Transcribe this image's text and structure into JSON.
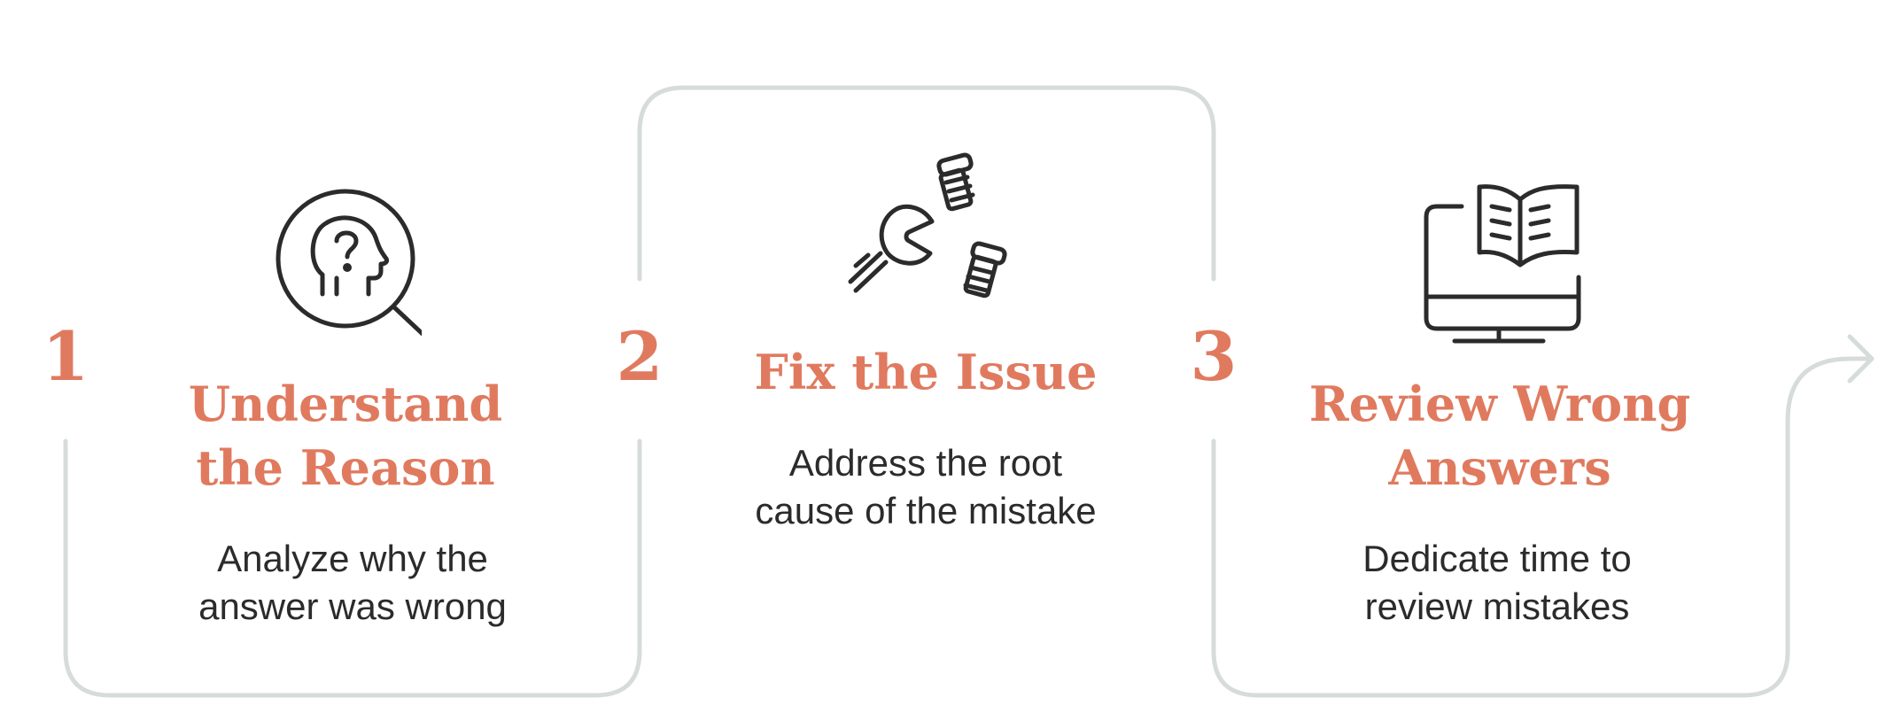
{
  "colors": {
    "accent": "#e07a5f",
    "line": "#d6dcda",
    "text": "#2b2b2b",
    "icon": "#2b2b2b"
  },
  "steps": [
    {
      "number": "1",
      "title_lines": [
        "Understand",
        "the Reason"
      ],
      "description_lines": [
        "Analyze why the",
        "answer was wrong"
      ],
      "icon": "head-magnifier-icon"
    },
    {
      "number": "2",
      "title_lines": [
        "Fix the Issue"
      ],
      "description_lines": [
        "Address the root",
        "cause of the mistake"
      ],
      "icon": "wrench-bolts-icon"
    },
    {
      "number": "3",
      "title_lines": [
        "Review Wrong",
        "Answers"
      ],
      "description_lines": [
        "Dedicate time to",
        "review mistakes"
      ],
      "icon": "book-monitor-icon"
    }
  ]
}
